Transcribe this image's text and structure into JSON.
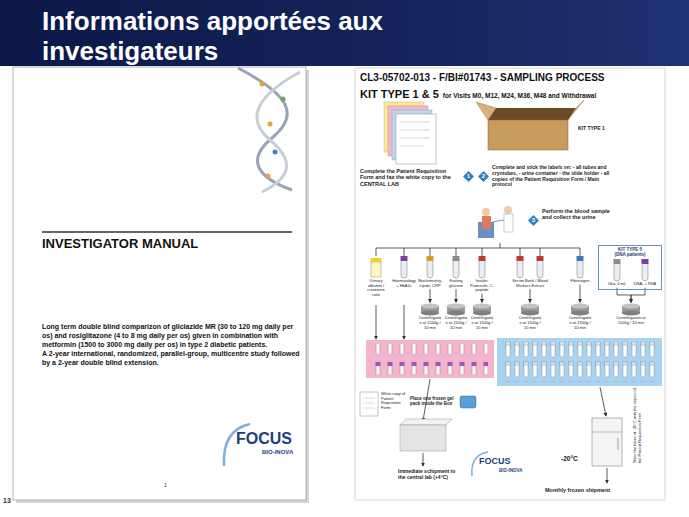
{
  "diagram": {
    "title": "Informations apportées aux investigateurs",
    "nodes": [
      {
        "text": [
          "INVESTIGATOR MANUAL",
          "Long term double blind comparizon of gliclazide MR (30 to 120 mg daily per os) and rosiglitazone (4 to 8 mg daily per os) given in combination with metformin (1500 to 3000 mg daily per os) in type 2 diabetic patients.",
          "A 2-year international, randomized, parallel-group, multicentre study followed by a 2-year double blind extension."
        ]
      },
      {
        "text": [
          "CL3-05702-013 - F/BI#01743 - SAMPLING PROCESS",
          "KIT TYPE 1 & 5",
          "for Visits M0, M12, M24, M36, M48 and Withdrawal"
        ]
      },
      {
        "text": [
          "1"
        ],
        "in": 1
      },
      {
        "text": [
          "2"
        ],
        "in": 1
      },
      {
        "text": [
          "3"
        ],
        "in": 1
      },
      {
        "text": [
          "Urinary albumin / creatinine ratio"
        ],
        "in": 1
      },
      {
        "text": [
          "Haematology + HbA1c"
        ],
        "in": 1
      },
      {
        "text": [
          "Biochemistry, Lipids, CRP"
        ],
        "in": 1
      },
      {
        "text": [
          "Fasting glucose"
        ],
        "in": 1
      },
      {
        "text": [
          "Insulin, Proinsulin, C-peptide"
        ],
        "in": 1
      },
      {
        "text": [
          "Serum Bank / Blood Markers Extract"
        ],
        "in": 1
      },
      {
        "text": [
          "Fibrinogen"
        ],
        "in": 1
      },
      {
        "text": [
          "KIT TYPE 5",
          "(DNA patients)"
        ],
        "in": 1
      },
      {
        "text": [
          "Gluc 4 mL"
        ],
        "in": 12
      },
      {
        "text": [
          "DNA, + RNA"
        ],
        "in": 12
      },
      {
        "text": [
          "Centrifugation at 1500g / 10 min"
        ],
        "in": 1
      },
      {
        "text": [
          "Centrifugation at 1500g / 10 min"
        ],
        "in": 1
      },
      {
        "text": [
          "Centrifugation at 1500g / 10 min"
        ],
        "in": 1
      },
      {
        "text": [
          "Centrifugation at 1500g / 10 min"
        ],
        "in": 1
      },
      {
        "text": [
          "Centrifugation at 1500g / 10 min"
        ],
        "in": 1
      },
      {
        "text": [
          "Centrifugation at 1500g / 10 min"
        ],
        "in": 1
      }
    ],
    "edges": [
      {
        "from": 7,
        "to": 15,
        "arrow": "to"
      },
      {
        "from": 8,
        "to": 16,
        "arrow": "to"
      },
      {
        "from": 9,
        "to": 17,
        "arrow": "to"
      },
      {
        "from": 10,
        "to": 18,
        "arrow": "to"
      },
      {
        "from": 11,
        "to": 19,
        "arrow": "to"
      },
      {
        "from": 13,
        "to": 20,
        "arrow": "to"
      },
      {
        "from": 14,
        "to": 20,
        "arrow": "to"
      }
    ],
    "labels": [
      "Complete the Patient Requisition Form and fax the white copy to the CENTRAL LAB",
      "Complete and stick the labels on: - all tubes and cryotubes, - urine container - the slide holder - all copies of the Patient Requisition Form / Main protocol",
      "Perform the blood sample and collect the urine",
      "KIT TYPE 1",
      "White copy of Patient Requisition Form",
      "Place one frozen gel pack inside the Box",
      "Immediate schipment to the central lab (+4°C)",
      "FOCUS",
      "BIO-INOVA",
      "-20°C",
      "Monthly frozen shipment",
      "Store the tubes at -20°C with the copies of the Patient Requisition Form",
      "FOCUS",
      "BIO-INOVA",
      "1",
      "13"
    ]
  }
}
